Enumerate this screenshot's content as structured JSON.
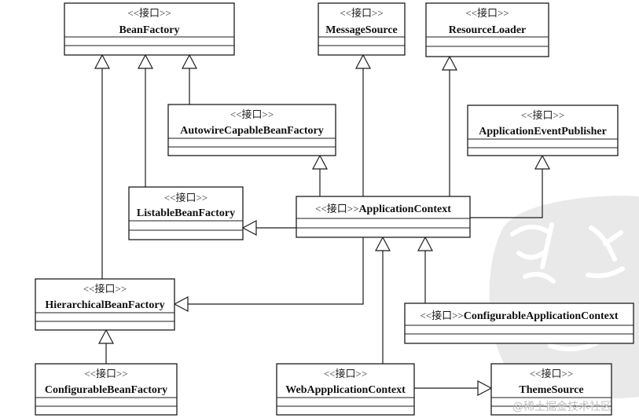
{
  "diagram": {
    "boxes": {
      "bean_factory": {
        "stereotype": "<<接口>>",
        "name": "BeanFactory"
      },
      "message_source": {
        "stereotype": "<<接口>>",
        "name": "MessageSource"
      },
      "resource_loader": {
        "stereotype": "<<接口>>",
        "name": "ResourceLoader"
      },
      "autowire_capable_bean_factory": {
        "stereotype": "<<接口>>",
        "name": "AutowireCapableBeanFactory"
      },
      "application_event_publisher": {
        "stereotype": "<<接口>>",
        "name": "ApplicationEventPublisher"
      },
      "listable_bean_factory": {
        "stereotype": "<<接口>>",
        "name": "ListableBeanFactory"
      },
      "application_context": {
        "stereotype": "<<接口>>",
        "name": "ApplicationContext"
      },
      "hierarchical_bean_factory": {
        "stereotype": "<<接口>>",
        "name": "HierarchicalBeanFactory"
      },
      "configurable_application_context": {
        "stereotype": "<<接口>>",
        "name": "ConfigurableApplicationContext"
      },
      "configurable_bean_factory": {
        "stereotype": "<<接口>>",
        "name": "ConfigurableBeanFactory"
      },
      "web_application_context": {
        "stereotype": "<<接口>>",
        "name": "WebAppplicationContext"
      },
      "theme_source": {
        "stereotype": "<<接口>>",
        "name": "ThemeSource"
      }
    }
  },
  "watermark": {
    "text": "@稀土掘金技术社区"
  },
  "colors": {
    "line": "#1c1c1c",
    "box_fill": "#ffffff",
    "seal": "#e9e9e9",
    "watermark_text": "#bdbdbd"
  }
}
